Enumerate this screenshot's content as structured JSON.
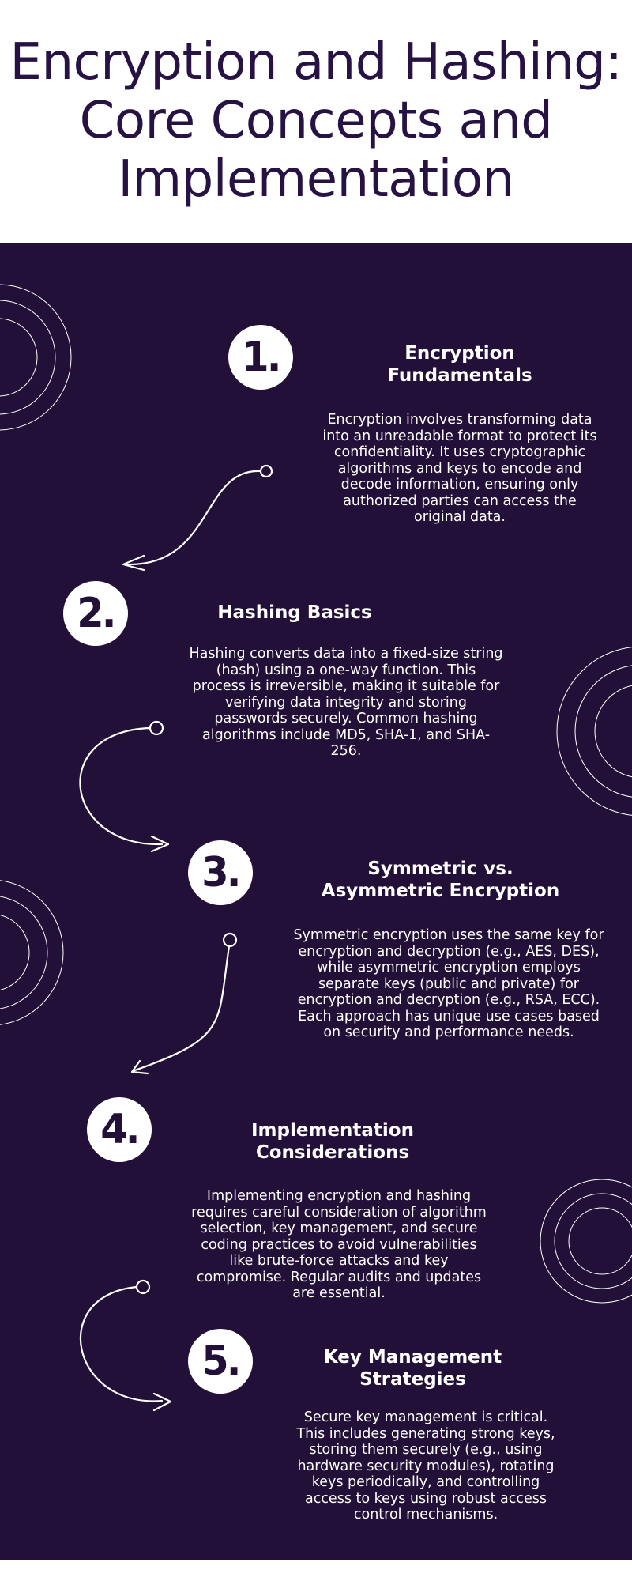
{
  "title": "Encryption and Hashing: Core Concepts and Implementation",
  "colors": {
    "background": "#231038",
    "title": "#271244",
    "foreground": "#ffffff"
  },
  "steps": [
    {
      "number": "1.",
      "heading": "Encryption Fundamentals",
      "text": "Encryption involves transforming data into an unreadable format to protect its confidentiality. It uses cryptographic algorithms and keys to encode and decode information, ensuring only authorized parties can access the original data."
    },
    {
      "number": "2.",
      "heading": "Hashing Basics",
      "text": "Hashing converts data into a fixed-size string (hash) using a one-way function. This process is irreversible, making it suitable for verifying data integrity and storing passwords securely. Common hashing algorithms include MD5, SHA-1, and SHA-256."
    },
    {
      "number": "3.",
      "heading": "Symmetric vs. Asymmetric Encryption",
      "text": "Symmetric encryption uses the same key for encryption and decryption (e.g., AES, DES), while asymmetric encryption employs separate keys (public and private) for encryption and decryption (e.g., RSA, ECC). Each approach has unique use cases based on security and performance needs."
    },
    {
      "number": "4.",
      "heading": "Implementation Considerations",
      "text": "Implementing encryption and hashing requires careful consideration of algorithm selection, key management, and secure coding practices to avoid vulnerabilities like brute-force attacks and key compromise. Regular audits and updates are essential."
    },
    {
      "number": "5.",
      "heading": "Key Management Strategies",
      "text": "Secure key management is critical. This includes generating strong keys, storing them securely (e.g., using hardware security modules), rotating keys periodically, and controlling access to keys using robust access control mechanisms."
    }
  ]
}
